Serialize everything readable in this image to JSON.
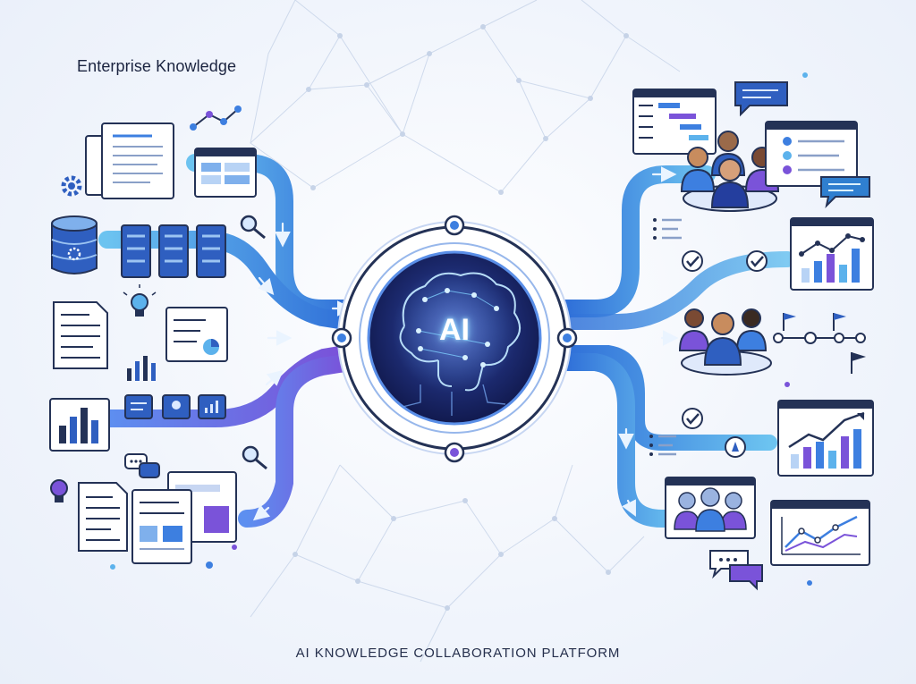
{
  "header": {
    "title": "Enterprise Knowledge"
  },
  "hub": {
    "label": "AI"
  },
  "footer": {
    "caption": "AI KNOWLEDGE COLLABORATION PLATFORM"
  },
  "palette": {
    "navy": "#1d2a6b",
    "blue": "#3d7fe0",
    "light_blue": "#5cb2ec",
    "purple": "#7a53d9",
    "line": "#243256",
    "background": "#f2f6fc"
  },
  "icons": {
    "left": [
      "document-icon",
      "line-chart-icon",
      "browser-window-icon",
      "gear-icon",
      "database-icon",
      "data-cards-icon",
      "magnifier-icon",
      "lightbulb-icon",
      "document-icon",
      "report-window-icon",
      "bar-chart-icon",
      "bar-chart-window-icon",
      "chat-cards-icon",
      "magnifier-icon",
      "chat-bubbles-icon",
      "lightbulb-icon",
      "documents-stack-icon"
    ],
    "right": [
      "gantt-window-icon",
      "chat-bubble-icon",
      "team-icon",
      "profile-list-window-icon",
      "chat-bubble-icon",
      "list-icon",
      "check-icon",
      "analytics-window-icon",
      "team-icon",
      "milestone-flags-icon",
      "check-icon",
      "growth-chart-window-icon",
      "video-meeting-icon",
      "trend-chart-window-icon",
      "chat-bubbles-icon"
    ]
  }
}
